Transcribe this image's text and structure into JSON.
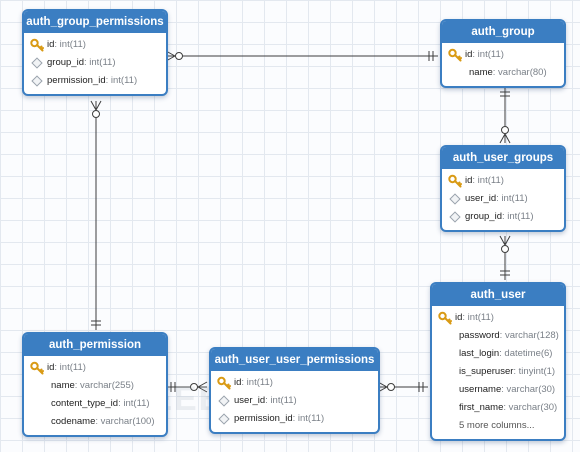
{
  "tables": {
    "auth_group_permissions": {
      "title": "auth_group_permissions",
      "fields": [
        {
          "name": "id",
          "type": ": int(11)",
          "icon": "key-icon"
        },
        {
          "name": "group_id",
          "type": ": int(11)",
          "icon": "foreign-key-icon"
        },
        {
          "name": "permission_id",
          "type": ": int(11)",
          "icon": "foreign-key-icon"
        }
      ]
    },
    "auth_group": {
      "title": "auth_group",
      "fields": [
        {
          "name": "id",
          "type": ": int(11)",
          "icon": "key-icon"
        },
        {
          "name": "name",
          "type": ": varchar(80)",
          "icon": "none"
        }
      ]
    },
    "auth_user_groups": {
      "title": "auth_user_groups",
      "fields": [
        {
          "name": "id",
          "type": ": int(11)",
          "icon": "key-icon"
        },
        {
          "name": "user_id",
          "type": ": int(11)",
          "icon": "foreign-key-icon"
        },
        {
          "name": "group_id",
          "type": ": int(11)",
          "icon": "foreign-key-icon"
        }
      ]
    },
    "auth_user": {
      "title": "auth_user",
      "fields": [
        {
          "name": "id",
          "type": ": int(11)",
          "icon": "key-icon"
        },
        {
          "name": "password",
          "type": ": varchar(128)",
          "icon": "none"
        },
        {
          "name": "last_login",
          "type": ": datetime(6)",
          "icon": "none"
        },
        {
          "name": "is_superuser",
          "type": ": tinyint(1)",
          "icon": "none"
        },
        {
          "name": "username",
          "type": ": varchar(30)",
          "icon": "none"
        },
        {
          "name": "first_name",
          "type": ": varchar(30)",
          "icon": "none"
        }
      ],
      "more": "5 more columns..."
    },
    "auth_permission": {
      "title": "auth_permission",
      "fields": [
        {
          "name": "id",
          "type": ": int(11)",
          "icon": "key-icon"
        },
        {
          "name": "name",
          "type": ": varchar(255)",
          "icon": "none"
        },
        {
          "name": "content_type_id",
          "type": ": int(11)",
          "icon": "none"
        },
        {
          "name": "codename",
          "type": ": varchar(100)",
          "icon": "none"
        }
      ]
    },
    "auth_user_user_permissions": {
      "title": "auth_user_user_permissions",
      "fields": [
        {
          "name": "id",
          "type": ": int(11)",
          "icon": "key-icon"
        },
        {
          "name": "user_id",
          "type": ": int(11)",
          "icon": "foreign-key-icon"
        },
        {
          "name": "permission_id",
          "type": ": int(11)",
          "icon": "foreign-key-icon"
        }
      ]
    }
  },
  "relationships": [
    {
      "from": "auth_group_permissions",
      "to": "auth_group",
      "many_end": "auth_group_permissions",
      "one_end": "auth_group"
    },
    {
      "from": "auth_group_permissions",
      "to": "auth_permission",
      "many_end": "auth_group_permissions",
      "one_end": "auth_permission"
    },
    {
      "from": "auth_group",
      "to": "auth_user_groups",
      "many_end": "auth_user_groups",
      "one_end": "auth_group"
    },
    {
      "from": "auth_user_groups",
      "to": "auth_user",
      "many_end": "auth_user_groups",
      "one_end": "auth_user"
    },
    {
      "from": "auth_permission",
      "to": "auth_user_user_permissions",
      "many_end": "auth_user_user_permissions",
      "one_end": "auth_permission"
    },
    {
      "from": "auth_user_user_permissions",
      "to": "auth_user",
      "many_end": "auth_user_user_permissions",
      "one_end": "auth_user"
    }
  ],
  "watermark": "FREEBUF",
  "colors": {
    "header": "#3b7ec2",
    "border": "#3b7ec2",
    "key": "#d99a14",
    "line": "#3d3d3d"
  }
}
